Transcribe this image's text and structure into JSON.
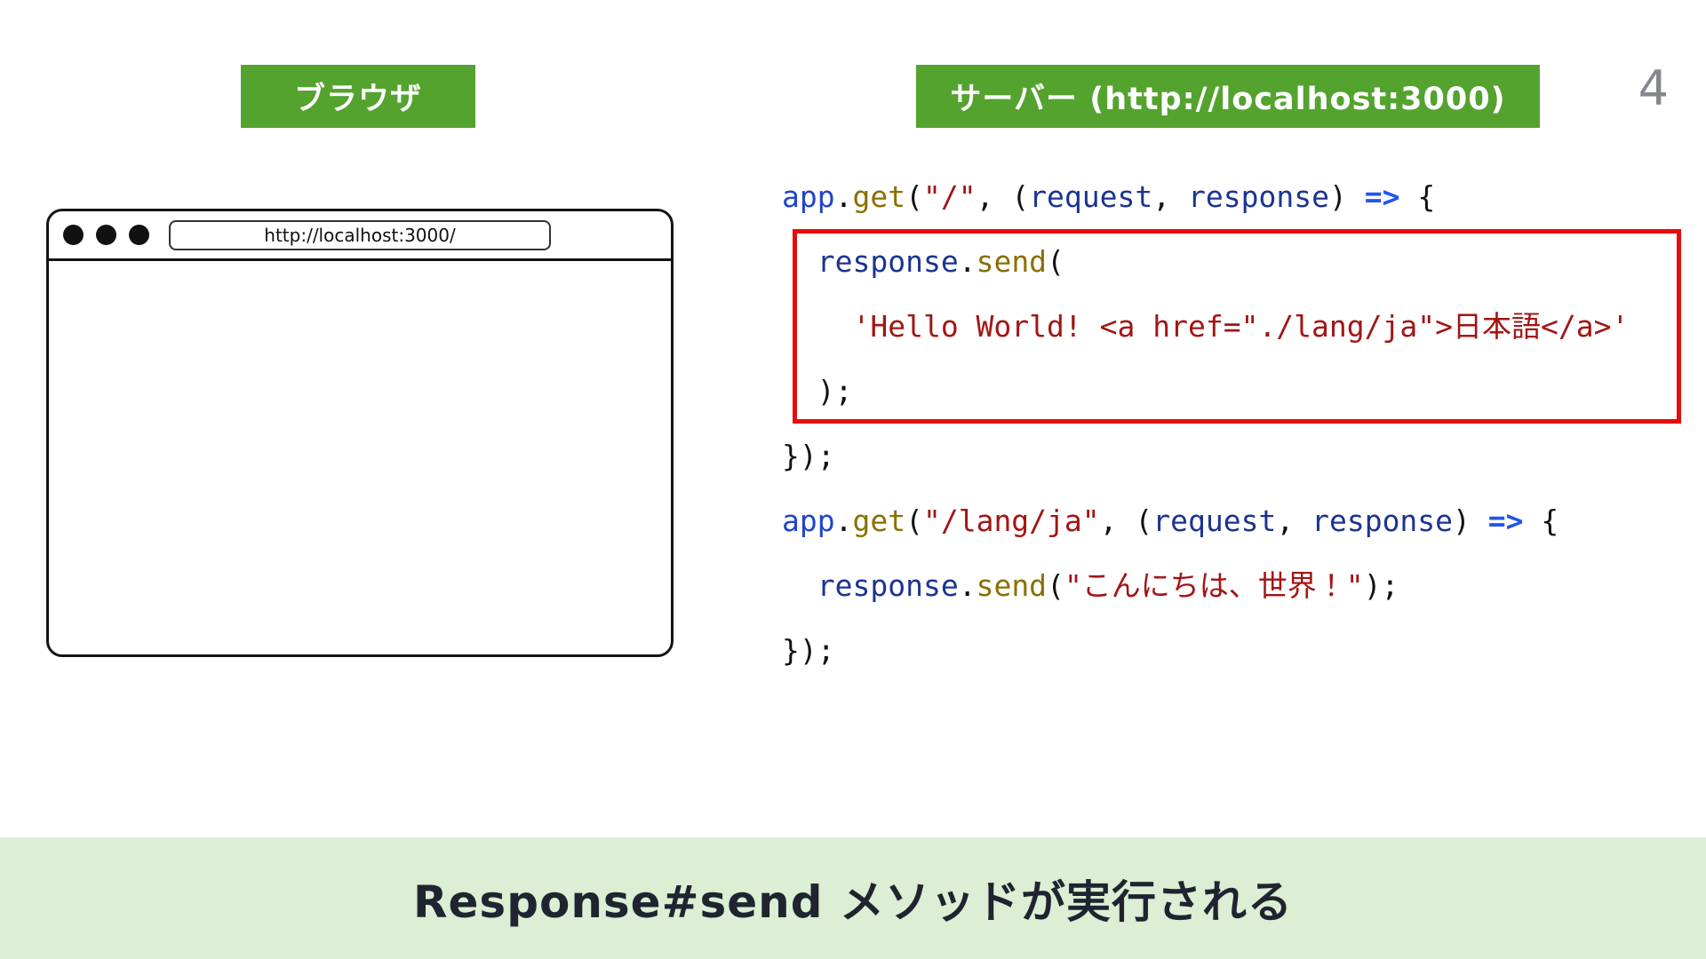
{
  "page_number": "4",
  "labels": {
    "browser": "ブラウザ",
    "server": "サーバー (http://localhost:3000)"
  },
  "browser_window": {
    "url": "http://localhost:3000/"
  },
  "code": {
    "before": [
      [
        {
          "t": "app",
          "c": "kw"
        },
        {
          "t": ".",
          "c": "pl"
        },
        {
          "t": "get",
          "c": "fn"
        },
        {
          "t": "(",
          "c": "pl"
        },
        {
          "t": "\"/\"",
          "c": "str"
        },
        {
          "t": ", (",
          "c": "pl"
        },
        {
          "t": "request",
          "c": "var"
        },
        {
          "t": ", ",
          "c": "pl"
        },
        {
          "t": "response",
          "c": "var"
        },
        {
          "t": ") ",
          "c": "pl"
        },
        {
          "t": "=>",
          "c": "arrow"
        },
        {
          "t": " {",
          "c": "pl"
        }
      ]
    ],
    "highlighted": [
      [
        {
          "t": "  ",
          "c": "pl"
        },
        {
          "t": "response",
          "c": "var"
        },
        {
          "t": ".",
          "c": "pl"
        },
        {
          "t": "send",
          "c": "fn"
        },
        {
          "t": "(",
          "c": "pl"
        }
      ],
      [
        {
          "t": "    ",
          "c": "pl"
        },
        {
          "t": "'Hello World! <a href=\"./lang/ja\">日本語</a>'",
          "c": "str"
        }
      ],
      [
        {
          "t": "  );",
          "c": "pl"
        }
      ]
    ],
    "after": [
      [
        {
          "t": "});",
          "c": "pl"
        }
      ],
      [
        {
          "t": "app",
          "c": "kw"
        },
        {
          "t": ".",
          "c": "pl"
        },
        {
          "t": "get",
          "c": "fn"
        },
        {
          "t": "(",
          "c": "pl"
        },
        {
          "t": "\"/lang/ja\"",
          "c": "str"
        },
        {
          "t": ", (",
          "c": "pl"
        },
        {
          "t": "request",
          "c": "var"
        },
        {
          "t": ", ",
          "c": "pl"
        },
        {
          "t": "response",
          "c": "var"
        },
        {
          "t": ") ",
          "c": "pl"
        },
        {
          "t": "=>",
          "c": "arrow"
        },
        {
          "t": " {",
          "c": "pl"
        }
      ],
      [
        {
          "t": "  ",
          "c": "pl"
        },
        {
          "t": "response",
          "c": "var"
        },
        {
          "t": ".",
          "c": "pl"
        },
        {
          "t": "send",
          "c": "fn"
        },
        {
          "t": "(",
          "c": "pl"
        },
        {
          "t": "\"こんにちは、世界！\"",
          "c": "str"
        },
        {
          "t": ");",
          "c": "pl"
        }
      ],
      [
        {
          "t": "});",
          "c": "pl"
        }
      ]
    ]
  },
  "footer": {
    "text": "Response#send メソッドが実行される"
  },
  "colors": {
    "header_green": "#54a32f",
    "highlight_red": "#e60c0c",
    "footer_green": "#dceed3",
    "code_keyword_blue": "#2244cc",
    "code_method_olive": "#8a7000",
    "code_string_red": "#a31515",
    "code_param_navy": "#1c3490"
  }
}
